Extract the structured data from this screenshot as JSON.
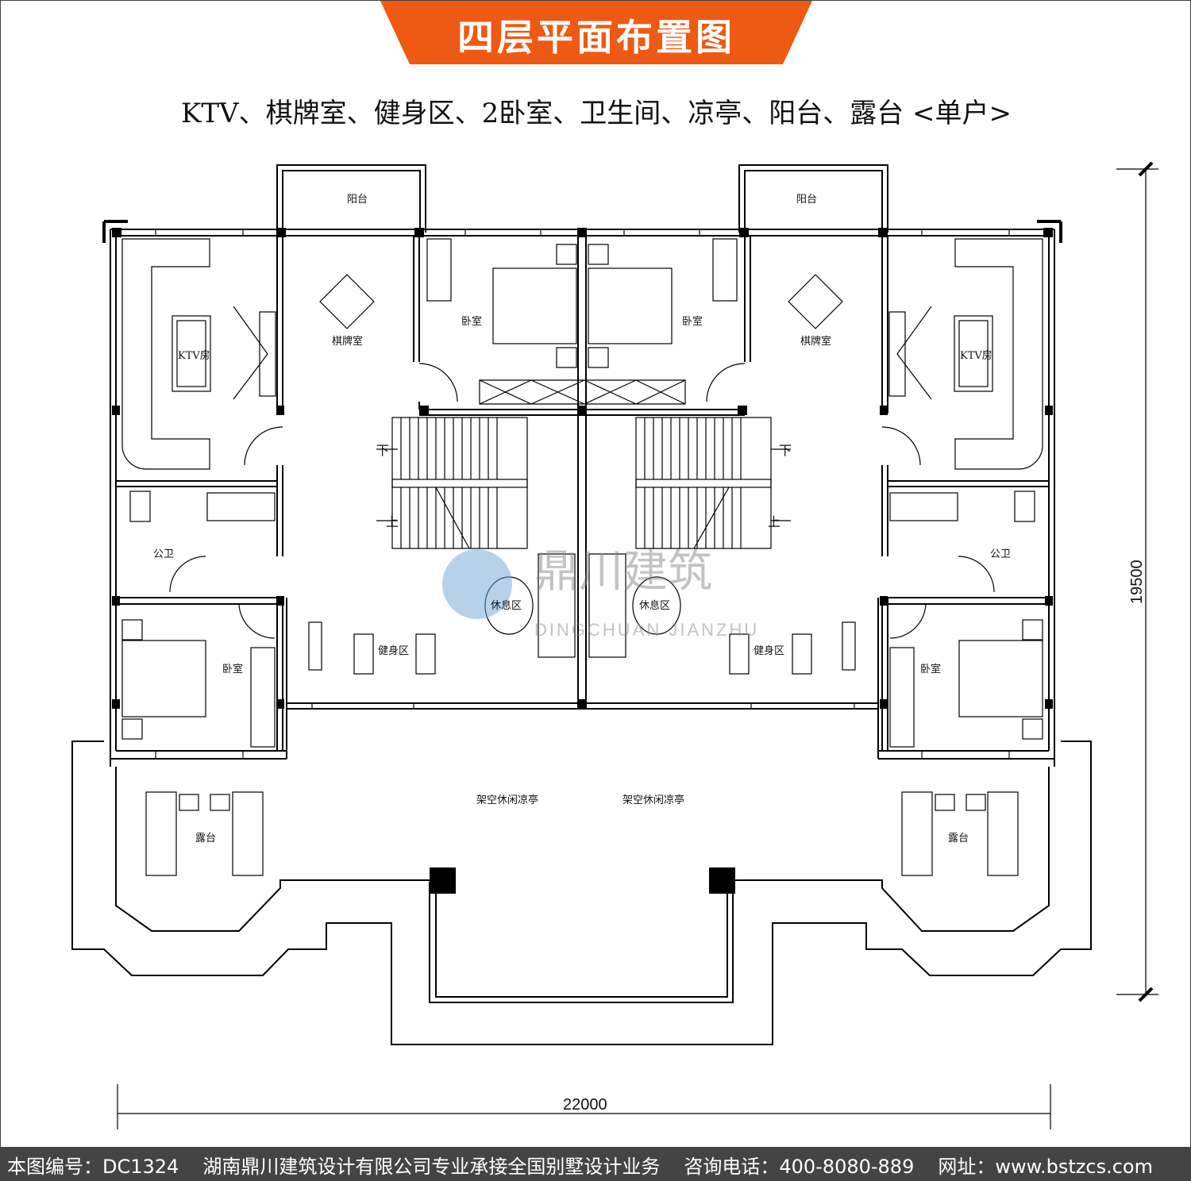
{
  "header": {
    "title": "四层平面布置图",
    "subtitle": "KTV、棋牌室、健身区、2卧室、卫生间、凉亭、阳台、露台 <单户>",
    "banner_color": "#ee5a14"
  },
  "rooms": {
    "balcony": "阳台",
    "chess_room": "棋牌室",
    "bedroom": "卧室",
    "ktv": "KTV房",
    "down": "下",
    "up": "上",
    "public_bath": "公卫",
    "lounge": "休息区",
    "gym": "健身区",
    "pavilion": "架空休闲凉亭",
    "terrace": "露台"
  },
  "dimensions": {
    "height": "19500",
    "width": "22000"
  },
  "watermark": {
    "cn": "鼎川建筑",
    "en": "DINGCHUAN JIANZHU"
  },
  "footer": {
    "drawing_no": "本图编号：DC1324",
    "company": "湖南鼎川建筑设计有限公司专业承接全国别墅设计业务",
    "phone": "咨询电话：400-8080-889",
    "website": "网址：www.bstzcs.com"
  }
}
